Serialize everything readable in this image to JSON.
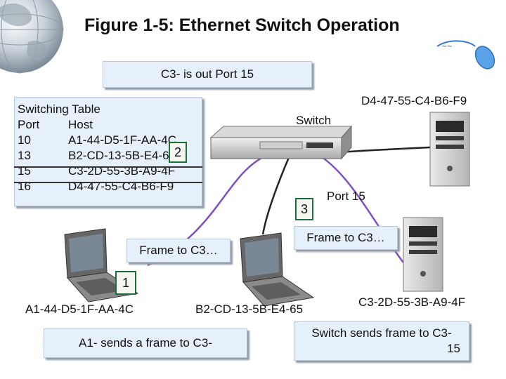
{
  "title": "Figure 1-5: Ethernet Switch Operation",
  "top_box": "C3- is out Port 15",
  "switching_table": {
    "heading": "Switching Table",
    "col_port": "Port",
    "col_host": "Host",
    "rows": [
      {
        "port": "10",
        "host": "A1-44-D5-1F-AA-4C"
      },
      {
        "port": "13",
        "host": "B2-CD-13-5B-E4-65"
      },
      {
        "port": "15",
        "host": "C3-2D-55-3B-A9-4F"
      },
      {
        "port": "16",
        "host": "D4-47-55-C4-B6-F9"
      }
    ]
  },
  "switch_label": "Switch",
  "port_label": "Port 15",
  "steps": {
    "one": "1",
    "two": "2",
    "three": "3"
  },
  "frame_left": "Frame to C3…",
  "frame_right": "Frame to C3…",
  "hosts": {
    "a1": "A1-44-D5-1F-AA-4C",
    "b2": "B2-CD-13-5B-E4-65",
    "c3": "C3-2D-55-3B-A9-4F",
    "d4": "D4-47-55-C4-B6-F9"
  },
  "bottom_left_box": "A1- sends a frame to C3-",
  "bottom_right_box": {
    "line1": "Switch sends frame to C3-",
    "line2": "15"
  }
}
